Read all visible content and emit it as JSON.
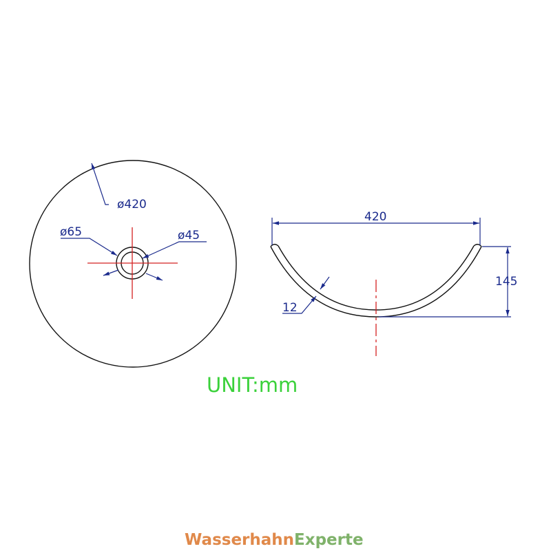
{
  "top_view": {
    "outer_diameter_label": "ø420",
    "drain_outer_label": "ø65",
    "drain_inner_label": "ø45"
  },
  "side_view": {
    "width_label": "420",
    "height_label": "145",
    "thickness_label": "12"
  },
  "unit_label": "UNIT:mm",
  "watermark": {
    "part1": "Wasserhahn",
    "part2": "Experte"
  },
  "colors": {
    "outline": "#111111",
    "dimension": "#1a2a8c",
    "centerline": "#d42020",
    "unit_text": "#3ad13a",
    "watermark_part1": "#e0894a",
    "watermark_part2": "#7fb26a"
  }
}
